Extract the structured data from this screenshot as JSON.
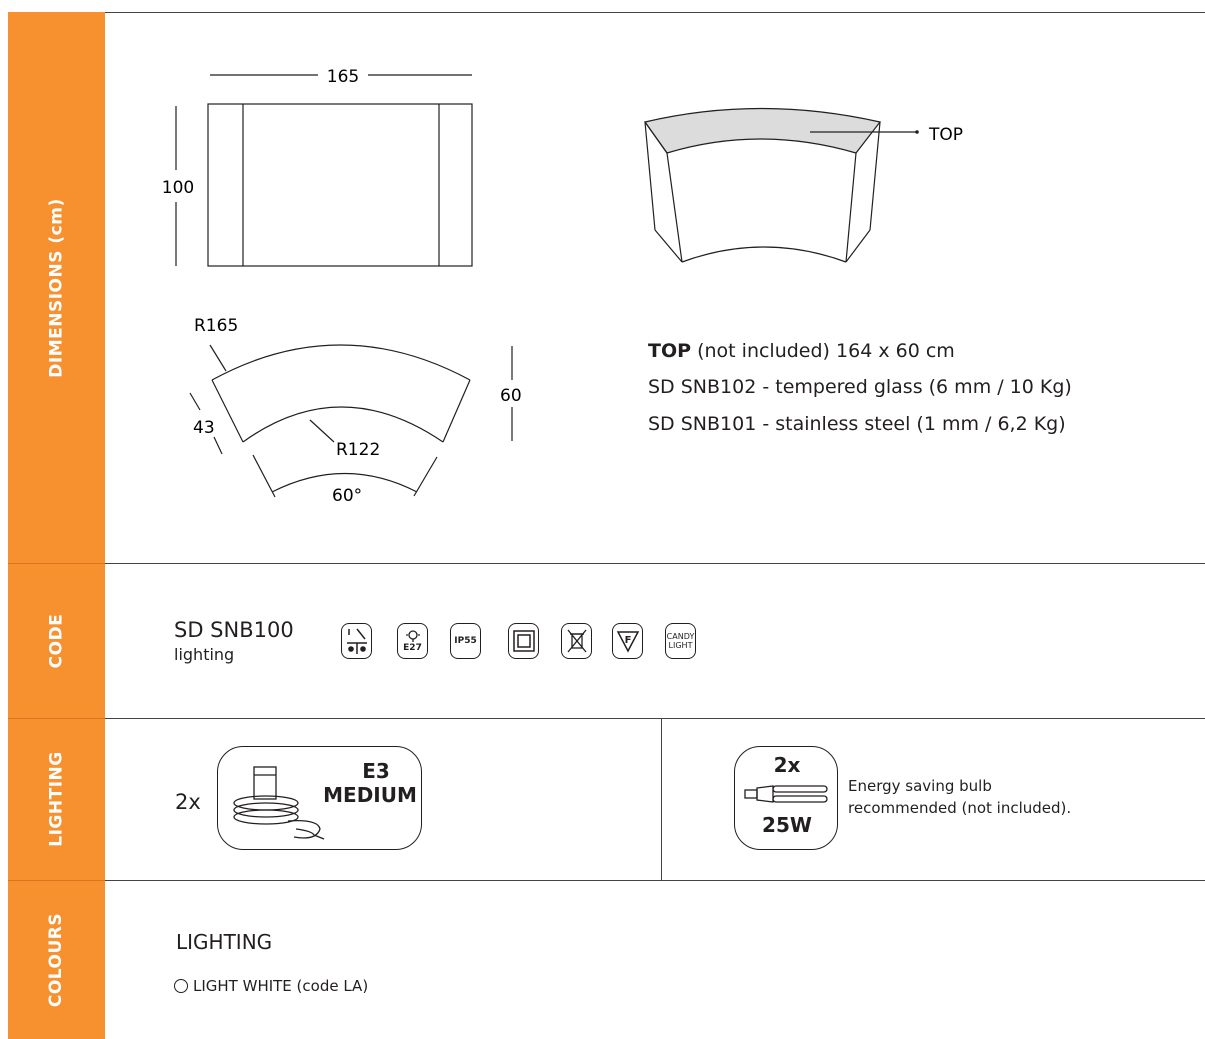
{
  "sections": {
    "dimensions": "DIMENSIONS (cm)",
    "code": "CODE",
    "lighting": "LIGHTING",
    "colours": "COLOURS"
  },
  "drawing": {
    "width": "165",
    "height": "100",
    "outer_radius": "R165",
    "inner_radius": "R122",
    "side": "43",
    "depth": "60",
    "angle": "60°",
    "top_callout": "TOP"
  },
  "top_info": {
    "label": "TOP",
    "desc": "(not included) 164 x 60 cm",
    "line1": "SD SNB102 - tempered glass (6 mm / 10 Kg)",
    "line2": "SD SNB101 - stainless steel (1 mm / 6,2 Kg)"
  },
  "code": {
    "product": "SD SNB100",
    "variant": "lighting",
    "icons": {
      "bulb_socket": "E27",
      "ip": "IP55",
      "candy1": "CANDY",
      "candy2": "LIGHT"
    }
  },
  "lighting": {
    "qty": "2x",
    "socket1": "E3",
    "socket2": "MEDIUM",
    "bulb_qty": "2x",
    "bulb_watt": "25W",
    "note1": "Energy saving bulb",
    "note2": "recommended (not included)."
  },
  "colours": {
    "heading": "LIGHTING",
    "item": "LIGHT WHITE (code LA)"
  }
}
